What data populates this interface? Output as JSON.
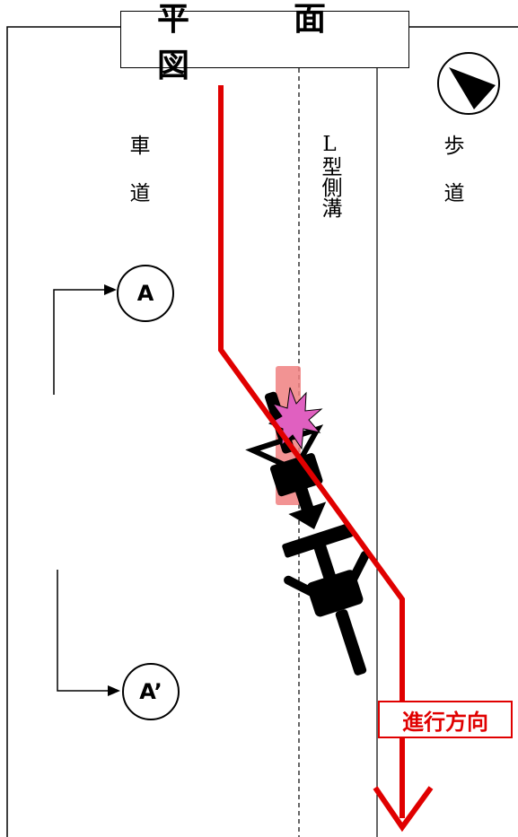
{
  "title": "平　面　図",
  "labels": {
    "road": "車道",
    "gutter": "L型側溝",
    "sidewalk": "歩道"
  },
  "sections": {
    "a": "A",
    "a_prime": "A’"
  },
  "direction_label": "進行方向",
  "colors": {
    "path": "#e00000",
    "impact_zone": "#f08080",
    "impact_burst": "#e060c0",
    "bicycle": "#000000"
  },
  "icons": {
    "north": "north-arrow-icon",
    "impact": "impact-burst-icon",
    "bicycle": "bicycle-icon"
  }
}
